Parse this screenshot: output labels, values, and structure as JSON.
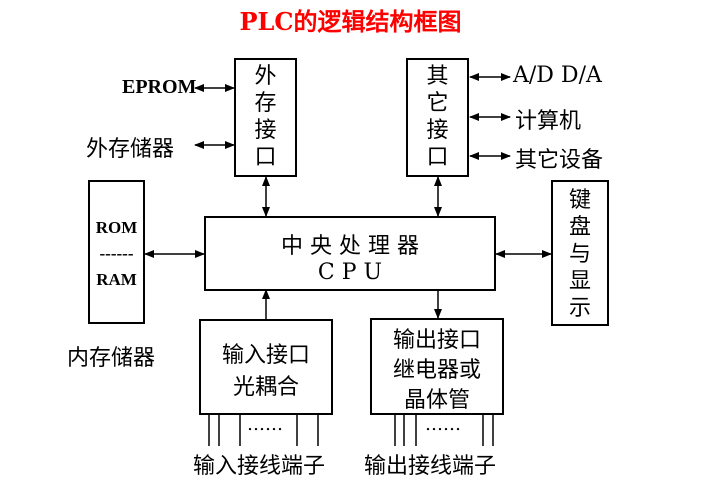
{
  "title": "PLC的逻辑结构框图",
  "blocks": {
    "ext_storage_interface": [
      "外",
      "存",
      "接",
      "口"
    ],
    "other_interface": [
      "其",
      "它",
      "接",
      "口"
    ],
    "cpu": {
      "line1": "中 央 处 理 器",
      "line2": "C  P  U"
    },
    "memory": {
      "rom": "ROM",
      "sep": "------",
      "ram": "RAM"
    },
    "keyboard_display": [
      "键",
      "盘",
      "与",
      "显",
      "示"
    ],
    "input_interface": {
      "line1": "输入接口",
      "line2": "光耦合"
    },
    "output_interface": {
      "line1": "输出接口",
      "line2": "继电器或",
      "line3": "晶体管"
    }
  },
  "labels": {
    "eprom": "EPROM",
    "external_storage": "外存储器",
    "ad_da": "A/D  D/A",
    "computer": "计算机",
    "other_devices": "其它设备",
    "internal_storage": "内存储器",
    "input_terminals": "输入接线端子",
    "output_terminals": "输出接线端子",
    "input_dots": "……",
    "output_dots": "……"
  }
}
